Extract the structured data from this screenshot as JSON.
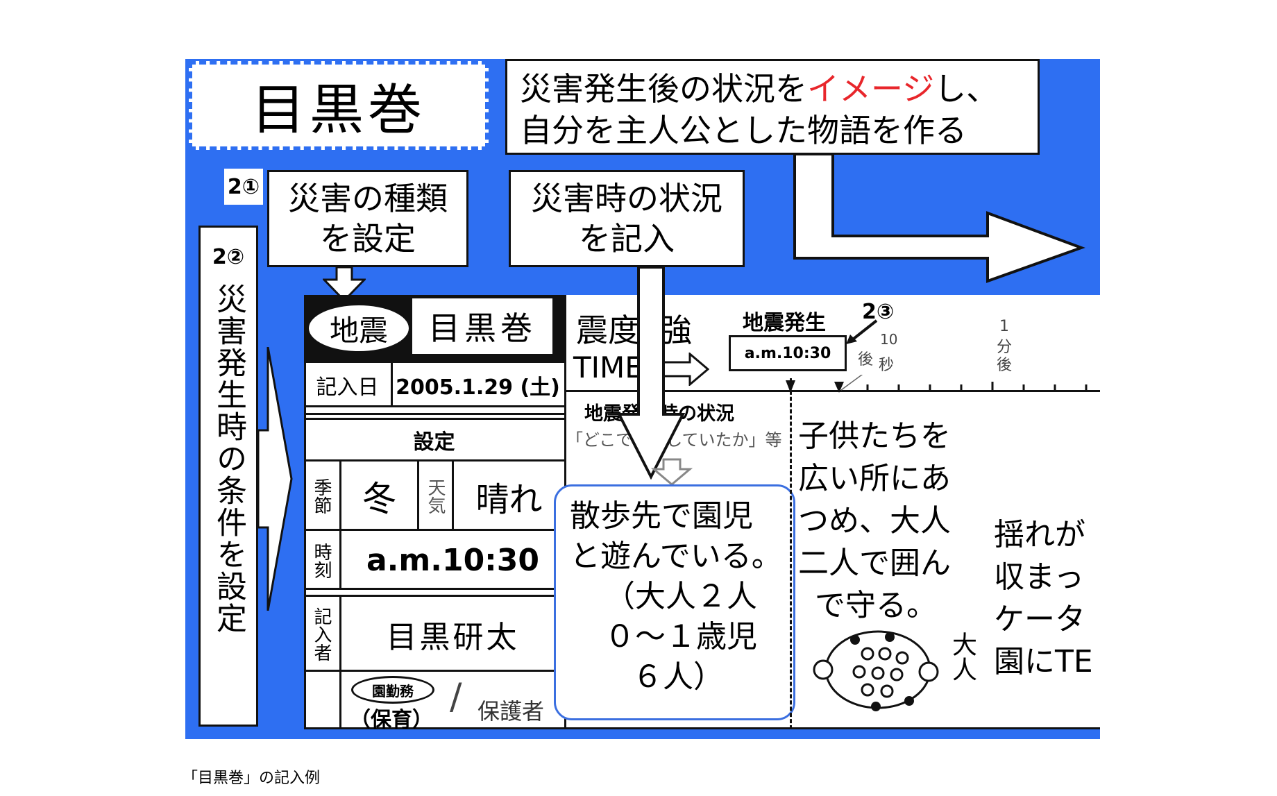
{
  "title_box": {
    "text": "目黒巻"
  },
  "top_instruction": {
    "part1": "災害発生後の状況を",
    "highlight": "イメージ",
    "part2": "し、",
    "line2": "自分を主人公とした物語を作る"
  },
  "colors": {
    "background_blue": "#2e6ff2",
    "highlight_red": "#e8262b",
    "rounded_box_blue": "#3b6fe0"
  },
  "step_labels": {
    "s1": "2①",
    "s2": "2②",
    "s3": "2③"
  },
  "box_disaster_type": {
    "line1": "災害の種類",
    "line2": "を設定"
  },
  "box_situation": {
    "line1": "災害時の状況",
    "line2": "を記入"
  },
  "left_vertical": {
    "text": "災害発生時の条件を設定"
  },
  "form": {
    "disaster_oval": "地震",
    "scroll_name": "目黒巻",
    "entry_date_label": "記入日",
    "entry_date_value": "2005.1.29 (土)",
    "setting_header": "設定",
    "season_label": "季節",
    "season_value": "冬",
    "weather_label": "天気",
    "weather_value": "晴れ",
    "time_label": "時刻",
    "time_value": "a.m.10:30",
    "author_label": "記入者",
    "author_value": "目黒研太",
    "role_circled": "園勤務",
    "role_paren": "（保育）",
    "role_slash": "/",
    "role_guardian": "保護者"
  },
  "middle": {
    "intensity": "震度6強",
    "time_label": "TIME",
    "situation_header": "地震発生時の状況",
    "situation_sub": "「どこで何をしていたか」等",
    "story_text_lines": [
      "散歩先で園児",
      "と遊んでいる。",
      "（大人２人",
      "０～１歳児",
      "６人）"
    ]
  },
  "timeline": {
    "event": "地震発生",
    "time_box": "a.m.10:30",
    "tick_10s_a": "10",
    "tick_10s_b": "秒",
    "tick_10s_after": "後",
    "tick_1min_a": "1",
    "tick_1min_b": "分",
    "tick_1min_c": "後"
  },
  "right_column": {
    "story2_lines": [
      "子供たちを",
      "広い所にあ",
      "つめ、大人",
      "二人で囲ん",
      "で守る。"
    ],
    "adult_label": "大人",
    "story3_lines": [
      "揺れが",
      "収まっ",
      "ケータ",
      "園にTE"
    ]
  },
  "caption": "「目黒巻」の記入例"
}
